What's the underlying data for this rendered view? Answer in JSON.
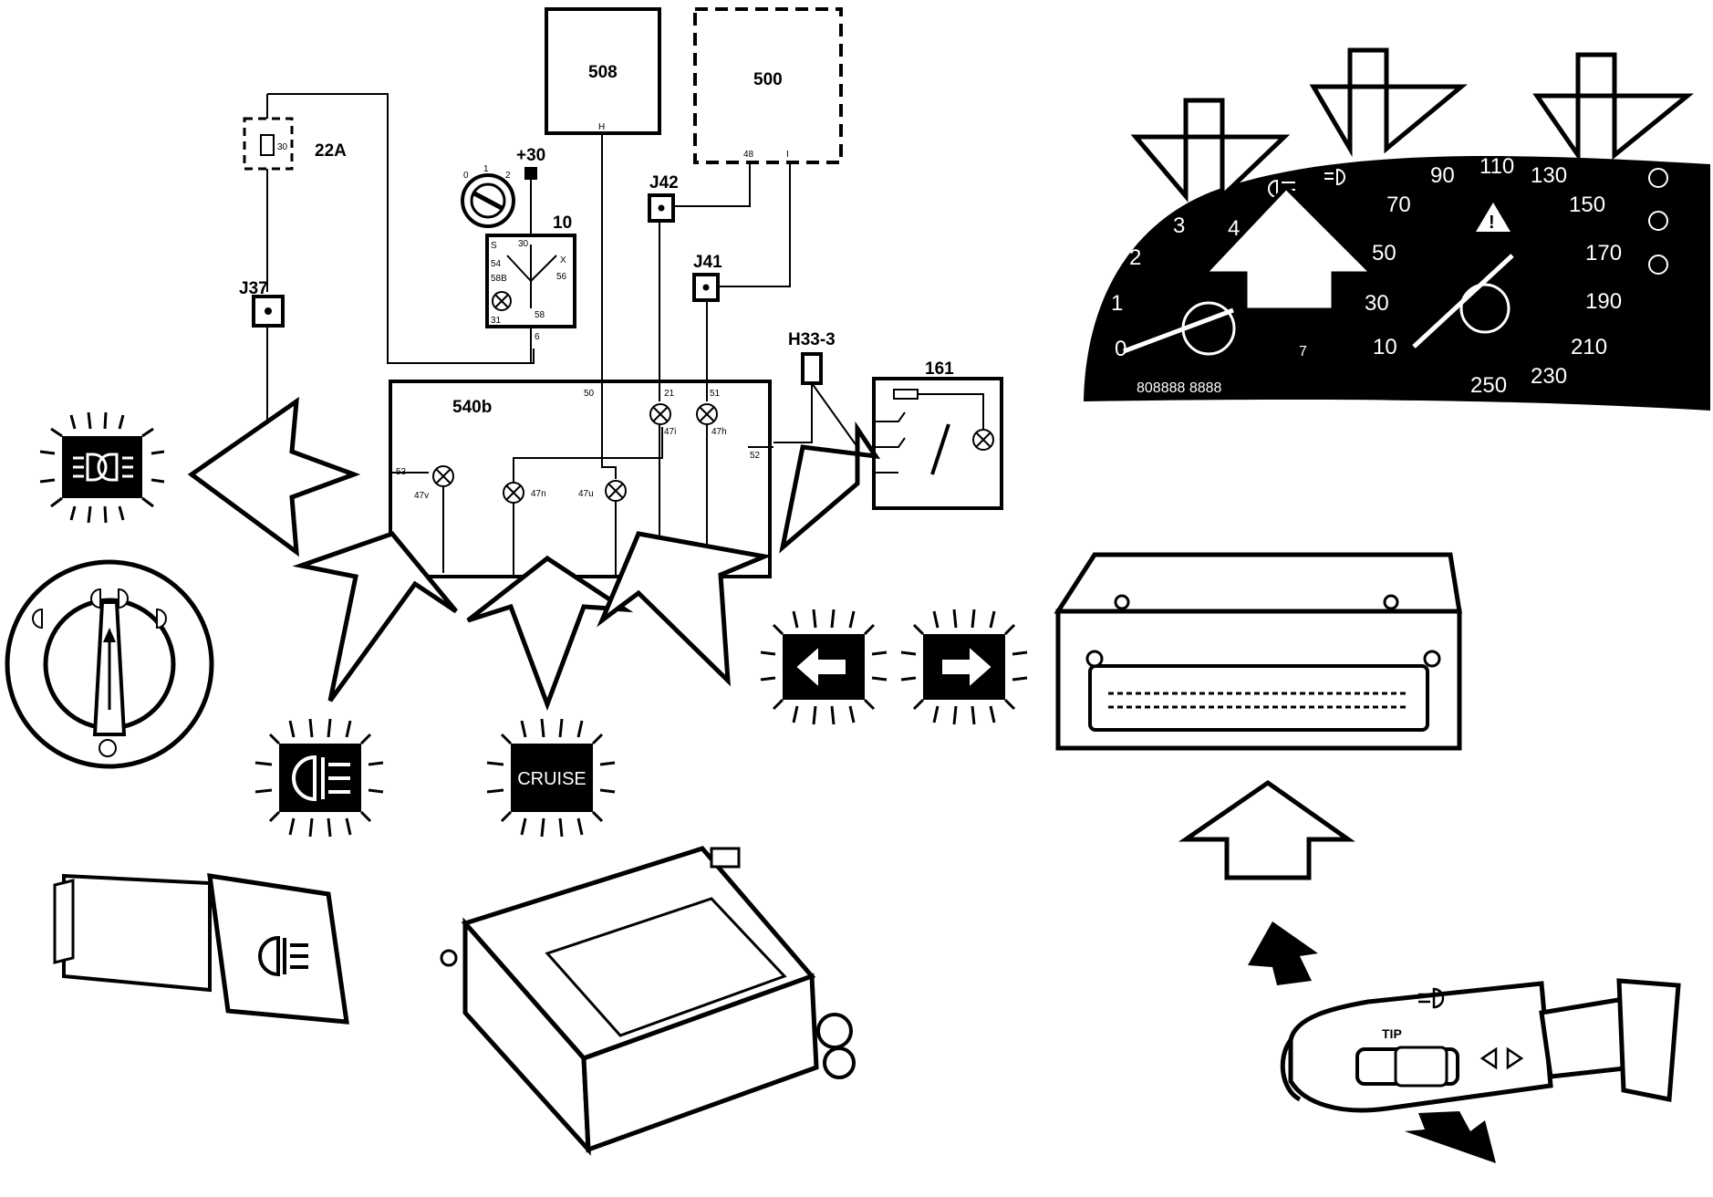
{
  "components": {
    "c508": "508",
    "c500": "500",
    "c22a": "22A",
    "c22a_pin": "30",
    "c10": "10",
    "plus30": "+30",
    "j42": "J42",
    "j41": "J41",
    "j37": "J37",
    "h33": "H33-3",
    "c161": "161",
    "c540b": "540b"
  },
  "pins": {
    "p508_H": "H",
    "p500_48": "48",
    "p500_I": "I",
    "sw_0": "0",
    "sw_1": "1",
    "sw_2": "2",
    "c10_S": "S",
    "c10_30": "30",
    "c10_X": "X",
    "c10_54": "54",
    "c10_56": "56",
    "c10_58B": "58B",
    "c10_31": "31",
    "c10_58": "58",
    "c10_6": "6",
    "b_50": "50",
    "b_21": "21",
    "b_51": "51",
    "b_47i": "47i",
    "b_47h": "47h",
    "b_52": "52",
    "b_53": "53",
    "b_47v": "47v",
    "b_47n": "47n",
    "b_47u": "47u"
  },
  "indicators": {
    "cruise": "CRUISE"
  },
  "cluster": {
    "odometer": "808888 8888",
    "tacho": [
      "0",
      "1",
      "2",
      "3",
      "4"
    ],
    "speed": [
      "10",
      "30",
      "50",
      "70",
      "90",
      "110",
      "130",
      "150",
      "170",
      "190",
      "210",
      "230",
      "250"
    ],
    "misc": "7"
  },
  "stalk": {
    "tip": "TIP"
  },
  "colors": {
    "ink": "#000000",
    "paper": "#ffffff"
  }
}
